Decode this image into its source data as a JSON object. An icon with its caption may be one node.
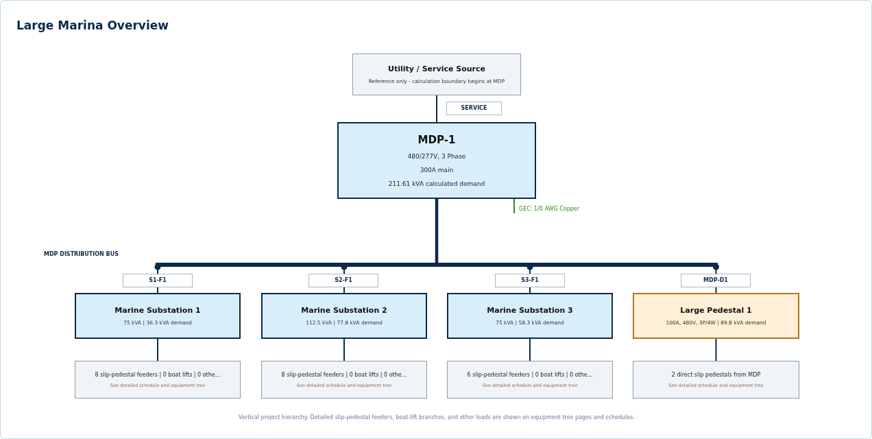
{
  "diagram": {
    "title": "Large Marina Overview",
    "caption": "Vertical project hierarchy. Detailed slip-pedestal feeders, boat-lift branches, and other loads are shown on equipment tree pages and schedules.",
    "nodes": [
      {
        "text": [
          "Utility / Service Source",
          "Reference only - calculation boundary begins at MDP"
        ]
      },
      {
        "text": [
          "MDP-1",
          "480/277V, 3 Phase",
          "300A main",
          "211.61 kVA calculated demand"
        ]
      },
      {
        "text": [],
        "shape": "bar"
      },
      {
        "text": [
          "Marine Substation 1",
          "75 kVA | 36.3 kVA demand"
        ]
      },
      {
        "text": [
          "Marine Substation 2",
          "112.5 kVA | 77.8 kVA demand"
        ]
      },
      {
        "text": [
          "Marine Substation 3",
          "75 kVA | 58.3 kVA demand"
        ]
      },
      {
        "text": [
          "Large Pedestal 1",
          "100A, 480V, 3P/4W | 89.8 kVA demand"
        ]
      },
      {
        "text": [
          "8 slip-pedestal feeders | 0 boat lifts | 0 othe...",
          "See detailed schedule and equipment tree"
        ]
      },
      {
        "text": [
          "8 slip-pedestal feeders | 0 boat lifts | 0 othe...",
          "See detailed schedule and equipment tree"
        ]
      },
      {
        "text": [
          "6 slip-pedestal feeders | 0 boat lifts | 0 othe...",
          "See detailed schedule and equipment tree"
        ]
      },
      {
        "text": [
          "2 direct slip pedestals from MDP",
          "See detailed schedule and equipment tree"
        ]
      }
    ],
    "edges": [
      {
        "from": 0,
        "to": 1,
        "arrow": "none",
        "label": "SERVICE"
      },
      {
        "from": 1,
        "to": 2,
        "arrow": "none",
        "style": "thick"
      },
      {
        "from": 2,
        "to": 3,
        "arrow": "other",
        "label": "S1-F1"
      },
      {
        "from": 2,
        "to": 4,
        "arrow": "other",
        "label": "S2-F1"
      },
      {
        "from": 2,
        "to": 5,
        "arrow": "other",
        "label": "S3-F1"
      },
      {
        "from": 2,
        "to": 6,
        "arrow": "other",
        "label": "MDP-D1"
      },
      {
        "from": 3,
        "to": 7,
        "arrow": "none"
      },
      {
        "from": 4,
        "to": 8,
        "arrow": "none"
      },
      {
        "from": 5,
        "to": 9,
        "arrow": "none"
      },
      {
        "from": 6,
        "to": 10,
        "arrow": "none"
      },
      {
        "from": 1,
        "to": null,
        "arrow": "none",
        "color": "#2e8b1e",
        "label": "GEC: 1/0 AWG Copper"
      }
    ],
    "labels": [
      "MDP DISTRIBUTION BUS"
    ]
  }
}
